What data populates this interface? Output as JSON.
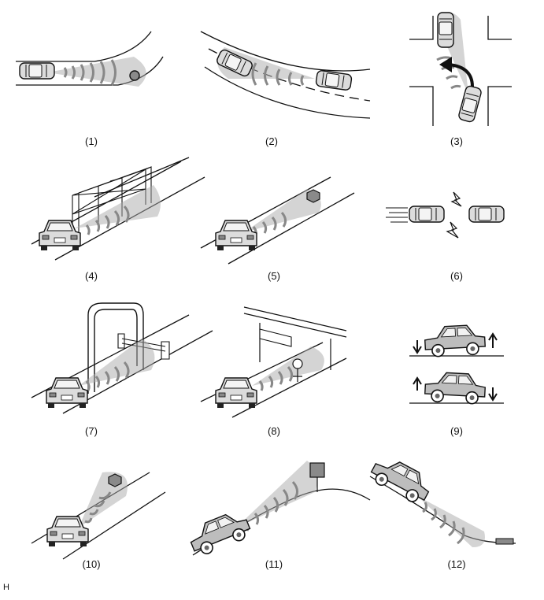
{
  "figure": {
    "panels": [
      {
        "id": "1",
        "caption": "(1)"
      },
      {
        "id": "2",
        "caption": "(2)"
      },
      {
        "id": "3",
        "caption": "(3)"
      },
      {
        "id": "4",
        "caption": "(4)"
      },
      {
        "id": "5",
        "caption": "(5)"
      },
      {
        "id": "6",
        "caption": "(6)"
      },
      {
        "id": "7",
        "caption": "(7)"
      },
      {
        "id": "8",
        "caption": "(8)"
      },
      {
        "id": "9",
        "caption": "(9)"
      },
      {
        "id": "10",
        "caption": "(10)"
      },
      {
        "id": "11",
        "caption": "(11)"
      },
      {
        "id": "12",
        "caption": "(12)"
      }
    ],
    "footer_code": "H"
  },
  "colors": {
    "line": "#111111",
    "radar": "#a9a9a9",
    "car_fill": "#dcdcdc",
    "object_fill": "#8a8a8a",
    "background": "#ffffff"
  }
}
